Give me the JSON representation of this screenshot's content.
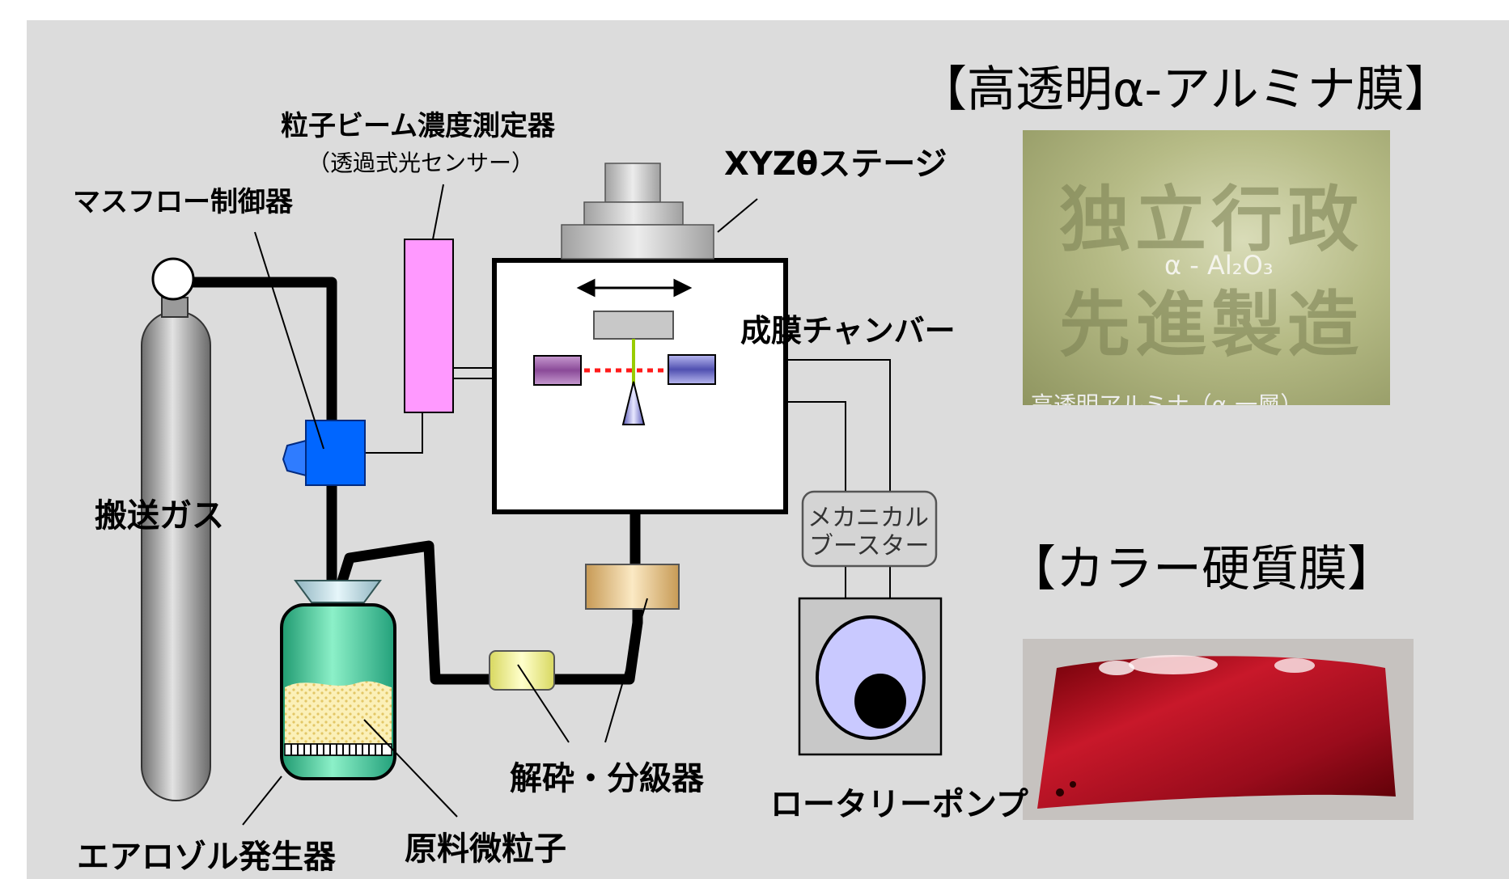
{
  "diagram": {
    "labels": {
      "mass_flow": "マスフロー制御器",
      "beam_sensor_title": "粒子ビーム濃度測定器",
      "beam_sensor_sub": "（透過式光センサー）",
      "stage": "XYZθステージ",
      "chamber": "成膜チャンバー",
      "carrier_gas": "搬送ガス",
      "booster_line1": "メカニカル",
      "booster_line2": "ブースター",
      "classifier": "解砕・分級器",
      "rotary_pump": "ロータリーポンプ",
      "aerosol_gen": "エアロゾル発生器",
      "raw_particles": "原料微粒子"
    }
  },
  "samples": {
    "alumina": {
      "title": "【高透明α-アルミナ膜】",
      "photo_text_line1": "独立行政",
      "photo_text_line2": "先進製造",
      "photo_formula": "α - Al₂O₃",
      "photo_caption": "高透明アルミナ（α-一層）"
    },
    "color": {
      "title": "【カラー硬質膜】"
    }
  },
  "colors": {
    "background": "#dcdcdc",
    "sensor": "#ff99ff",
    "mass_flow": "#0066ff",
    "aerosol_generator": "#33cc99",
    "classifier": "#d9b070",
    "filter": "#ffff99",
    "film_sample": "#b01020"
  }
}
